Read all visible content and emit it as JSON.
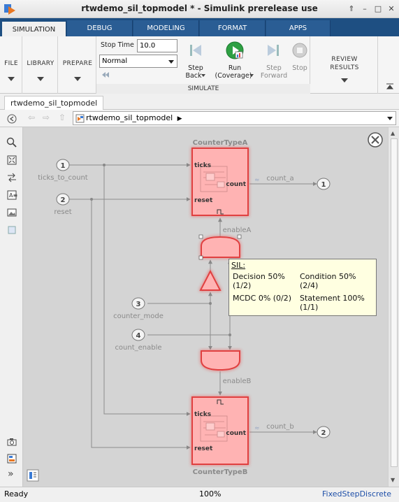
{
  "window": {
    "title": "rtwdemo_sil_topmodel * - Simulink prerelease use"
  },
  "ribbon_tabs": [
    {
      "label": "SIMULATION"
    },
    {
      "label": "DEBUG"
    },
    {
      "label": "MODELING"
    },
    {
      "label": "FORMAT"
    },
    {
      "label": "APPS"
    }
  ],
  "ribbon": {
    "file_label": "FILE",
    "library_label": "LIBRARY",
    "prepare_label": "PREPARE",
    "stop_time_label": "Stop Time",
    "stop_time_value": "10.0",
    "sim_mode_value": "Normal",
    "step_back_label_1": "Step",
    "step_back_label_2": "Back",
    "run_label_1": "Run",
    "run_label_2": "(Coverage)",
    "step_forward_label_1": "Step",
    "step_forward_label_2": "Forward",
    "stop_label": "Stop",
    "review_label_1": "REVIEW",
    "review_label_2": "RESULTS",
    "simulate_label": "SIMULATE"
  },
  "model_tab": "rtwdemo_sil_topmodel",
  "address": "rtwdemo_sil_topmodel",
  "diagram": {
    "inports": [
      {
        "num": "1",
        "label": "ticks_to_count"
      },
      {
        "num": "2",
        "label": "reset"
      },
      {
        "num": "3",
        "label": "counter_mode"
      },
      {
        "num": "4",
        "label": "count_enable"
      }
    ],
    "outports": [
      {
        "num": "1",
        "label": "count_a"
      },
      {
        "num": "2",
        "label": "count_b"
      }
    ],
    "block_a": {
      "name": "CounterTypeA",
      "in1": "ticks",
      "in2": "reset",
      "out": "count"
    },
    "block_b": {
      "name": "CounterTypeB",
      "in1": "ticks",
      "in2": "reset",
      "out": "count"
    },
    "enable_a": "enableA",
    "enable_b": "enableB"
  },
  "tooltip": {
    "title": "SIL:",
    "decision_1": "Decision 50%",
    "decision_2": "(1/2)",
    "condition_1": "Condition 50%",
    "condition_2": "(2/4)",
    "mcdc": "MCDC 0% (0/2)",
    "statement_1": "Statement 100%",
    "statement_2": "(1/1)"
  },
  "status": {
    "left": "Ready",
    "zoom": "100%",
    "solver": "FixedStepDiscrete"
  },
  "colors": {
    "accent": "#1e4f82",
    "block_fill": "#ffb3b3",
    "block_border": "#e04040",
    "solver_link": "#1e4fa8"
  }
}
